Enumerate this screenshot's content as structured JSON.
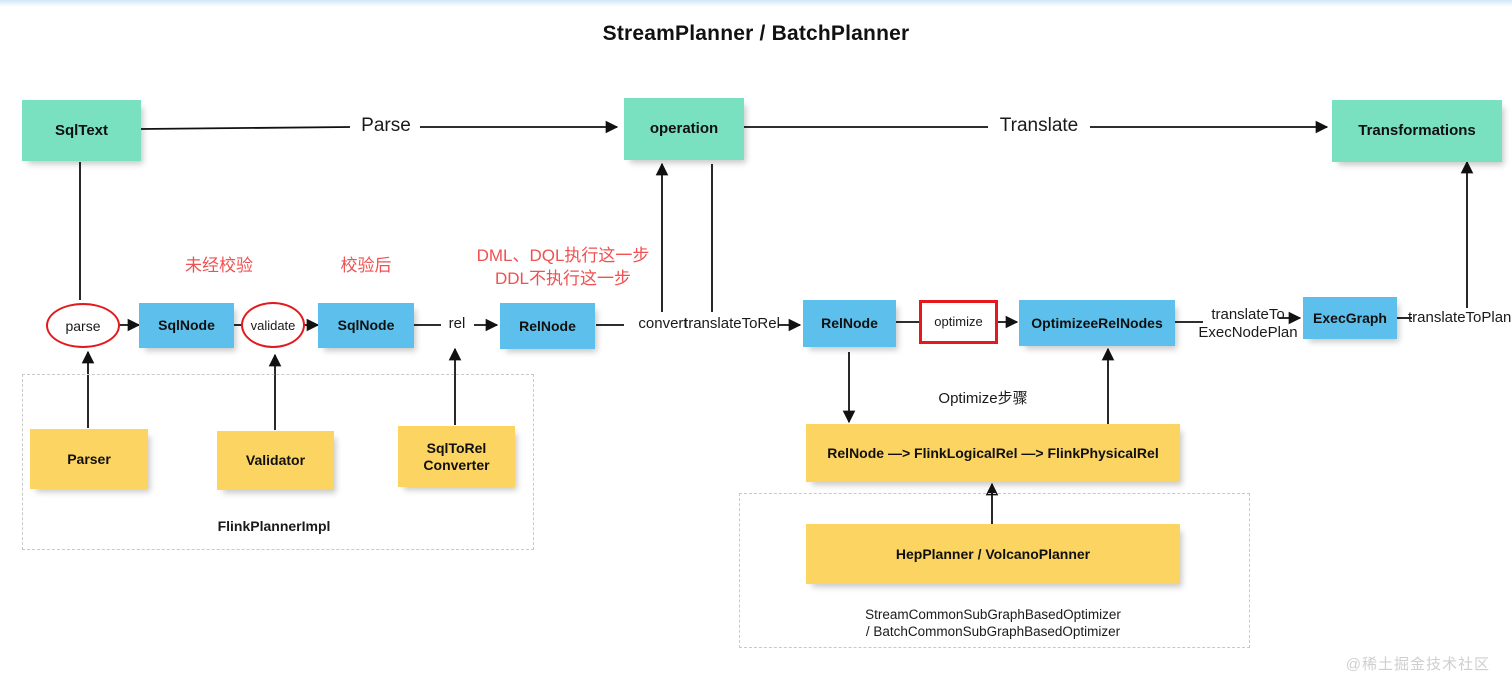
{
  "title": "StreamPlanner / BatchPlanner",
  "watermark": "@稀土掘金技术社区",
  "colors": {
    "green": "#79e0c0",
    "blue": "#5dc0ec",
    "yellow": "#fcd462",
    "red": "#e3191e",
    "red_text": "#f05050",
    "dashed": "#c9c9c9"
  },
  "nodes": {
    "sql_text": "SqlText",
    "operation": "operation",
    "transformations": "Transformations",
    "sql_node_raw": "SqlNode",
    "sql_node_validated": "SqlNode",
    "rel_node_mid": "RelNode",
    "rel_node_opt": "RelNode",
    "optimize": "optimize",
    "optimizee_rel_nodes": "OptimizeeRelNodes",
    "exec_graph": "ExecGraph",
    "parser": "Parser",
    "validator": "Validator",
    "sql_to_rel_converter": "SqlToRel\nConverter",
    "rel_pipeline": "RelNode —> FlinkLogicalRel —>  FlinkPhysicalRel",
    "planners": "HepPlanner / VolcanoPlanner"
  },
  "ellipses": {
    "parse": "parse",
    "validate": "validate"
  },
  "edge_labels": {
    "parse_top": "Parse",
    "translate_top": "Translate",
    "rel": "rel",
    "convert": "convert",
    "translate_to_rel": "translateToRel",
    "translate_to_exec_node_plan": "translateTo\nExecNodePlan",
    "translate_to_plan": "translateToPlan",
    "optimize_step": "Optimize步骤"
  },
  "red_labels": {
    "unvalidated": "未经校验",
    "validated": "校验后",
    "dml_dql_ddl": "DML、DQL执行这一步\nDDL不执行这一步"
  },
  "group_labels": {
    "flink_planner_impl": "FlinkPlannerImpl",
    "common_sub_graph_optimizer": "StreamCommonSubGraphBasedOptimizer\n/ BatchCommonSubGraphBasedOptimizer"
  }
}
